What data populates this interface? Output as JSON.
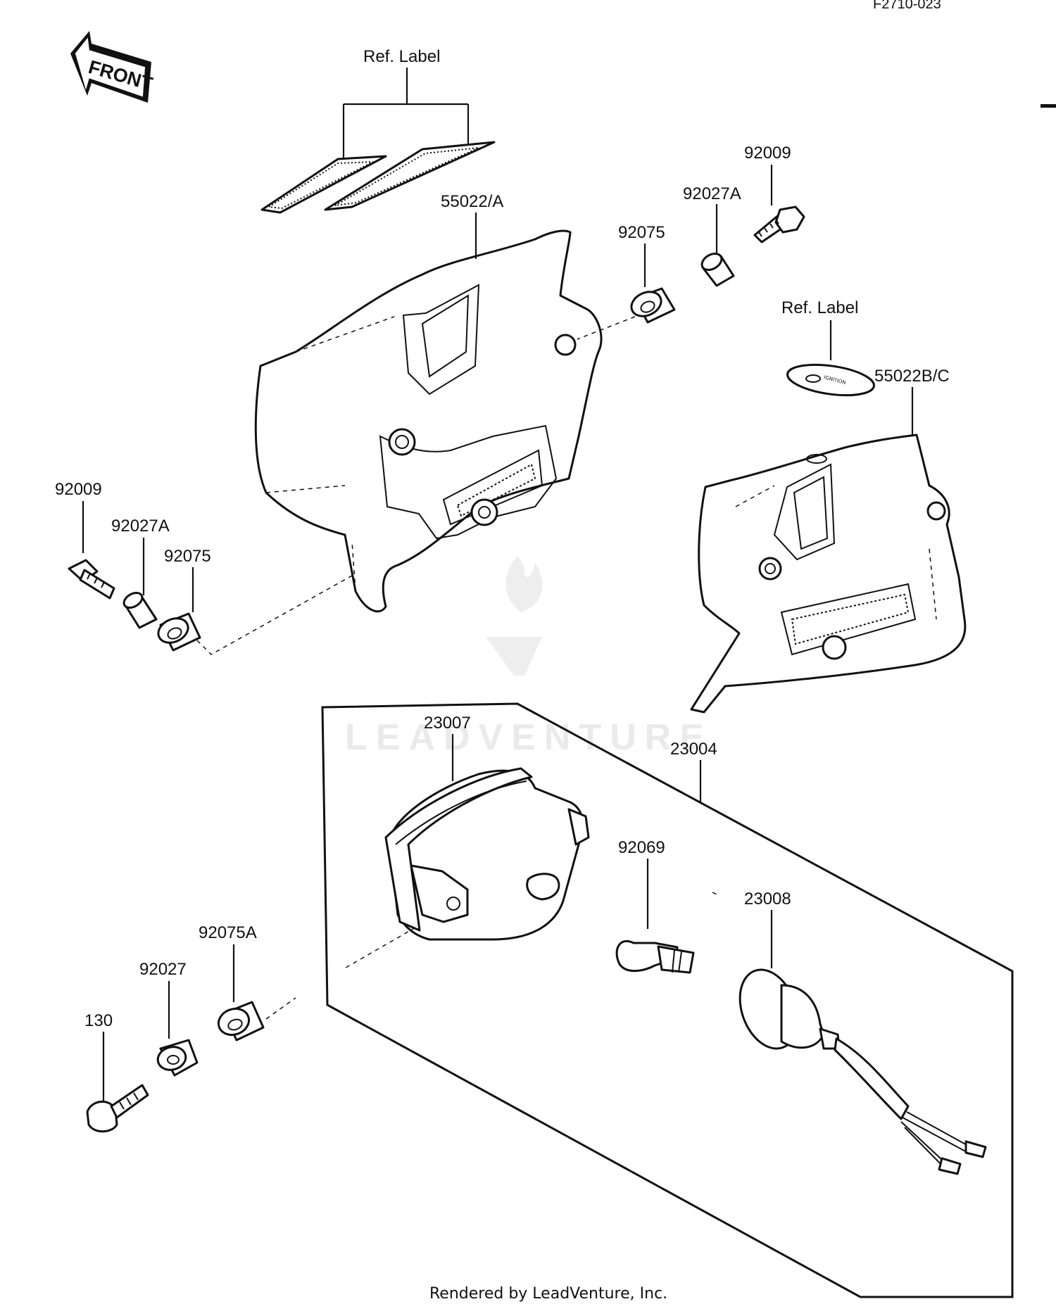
{
  "corner_code": "F2710-023",
  "front_arrow": {
    "label": "FRONT"
  },
  "watermark": {
    "text": "LEADVENTURE",
    "color": "#e6e6e6"
  },
  "callouts": {
    "ref_label_top": "Ref. Label",
    "ref_label_right": "Ref. Label",
    "p55022A": "55022/A",
    "p55022BC": "55022B/C",
    "p92009_right": "92009",
    "p92027A_right": "92027A",
    "p92075_right": "92075",
    "p92009_left": "92009",
    "p92027A_left": "92027A",
    "p92075_left": "92075",
    "p23007": "23007",
    "p23004": "23004",
    "p92069": "92069",
    "p23008": "23008",
    "p92075A": "92075A",
    "p92027": "92027",
    "p130": "130"
  },
  "footer": "Rendered by LeadVenture, Inc."
}
